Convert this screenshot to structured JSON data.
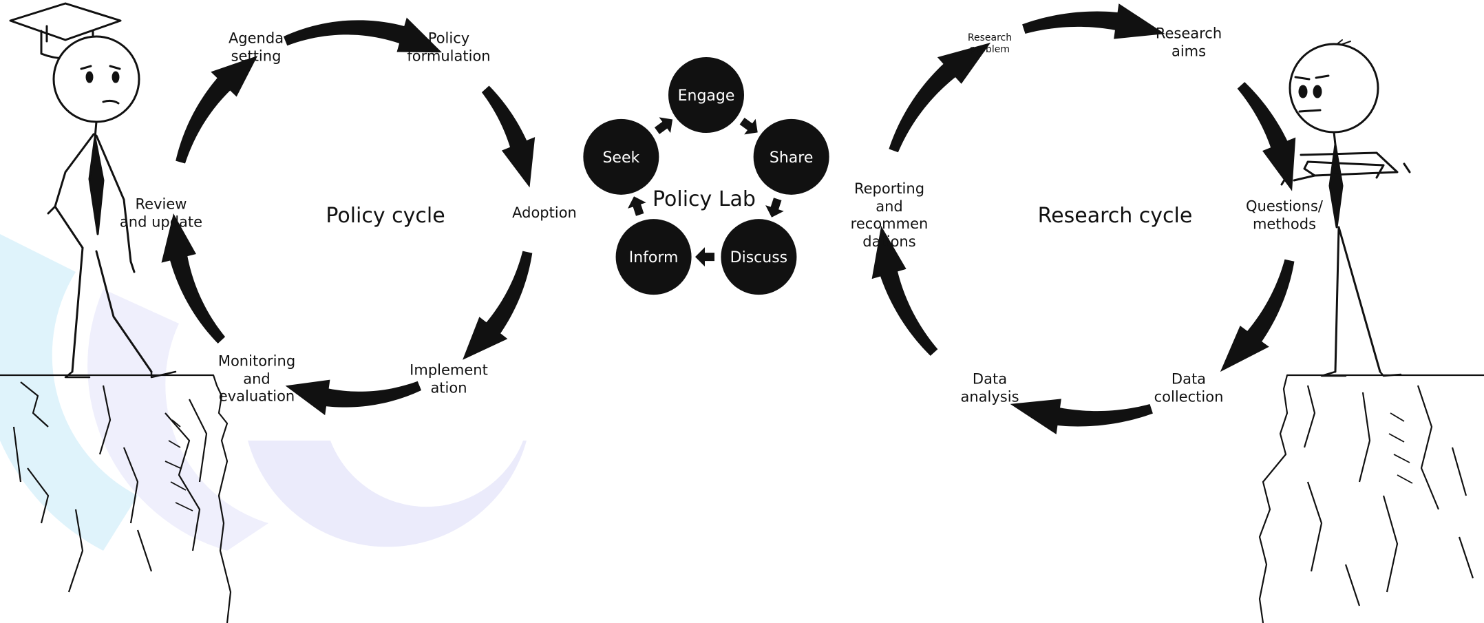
{
  "policy_cycle": {
    "title": "Policy cycle",
    "stages": [
      "Agenda\nsetting",
      "Policy\nformulation",
      "Adoption",
      "Implement\nation",
      "Monitoring\nand\nevaluation",
      "Review\nand update"
    ]
  },
  "policy_lab": {
    "title": "Policy Lab",
    "nodes": [
      "Engage",
      "Share",
      "Discuss",
      "Inform",
      "Seek"
    ]
  },
  "research_cycle": {
    "title": "Research cycle",
    "stages": [
      "Research\nproblem",
      "Research\naims",
      "Questions/\nmethods",
      "Data\ncollection",
      "Data\nanalysis",
      "Reporting\nand\nrecommen\ndations"
    ]
  },
  "colors": {
    "ink": "#111111",
    "node_fill": "#111111",
    "node_text": "#ffffff",
    "watermark_cyan": "#dff3fb",
    "watermark_lavender": "#ebebfb"
  },
  "figures": {
    "left": "stick-figure-with-graduation-cap-on-cliff",
    "right": "stick-figure-with-tie-arms-crossed-on-cliff"
  }
}
